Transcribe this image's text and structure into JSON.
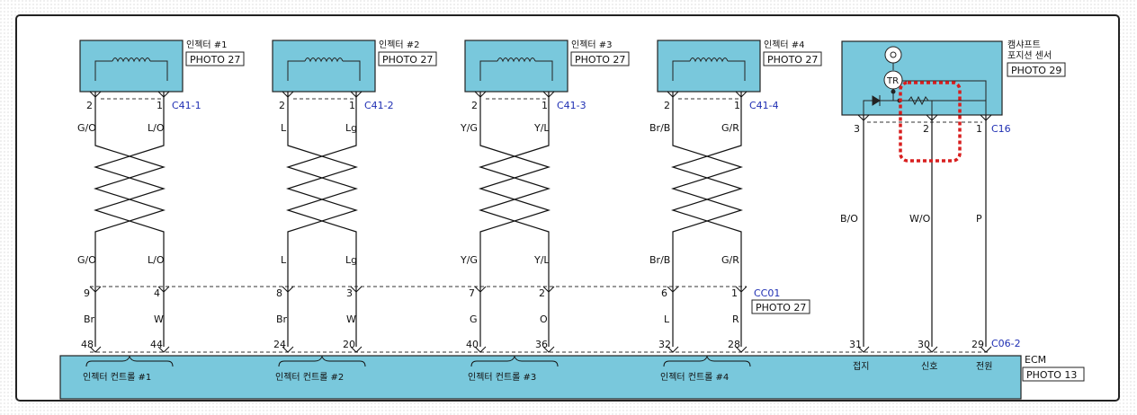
{
  "injectors": [
    {
      "name": "인젝터 #1",
      "photo": "PHOTO 27",
      "connector": "C41-1",
      "pin_left": "2",
      "pin_right": "1",
      "wire_top_left": "G/O",
      "wire_top_right": "L/O",
      "wire_mid_left": "G/O",
      "wire_mid_right": "L/O",
      "cc_pin_left": "9",
      "cc_pin_right": "4",
      "wire_bot_left": "Br",
      "wire_bot_right": "W",
      "ecm_pin_left": "48",
      "ecm_pin_right": "44",
      "ecm_label": "인젝터 컨트롤 #1"
    },
    {
      "name": "인젝터 #2",
      "photo": "PHOTO 27",
      "connector": "C41-2",
      "pin_left": "2",
      "pin_right": "1",
      "wire_top_left": "L",
      "wire_top_right": "Lg",
      "wire_mid_left": "L",
      "wire_mid_right": "Lg",
      "cc_pin_left": "8",
      "cc_pin_right": "3",
      "wire_bot_left": "Br",
      "wire_bot_right": "W",
      "ecm_pin_left": "24",
      "ecm_pin_right": "20",
      "ecm_label": "인젝터 컨트롤 #2"
    },
    {
      "name": "인젝터 #3",
      "photo": "PHOTO 27",
      "connector": "C41-3",
      "pin_left": "2",
      "pin_right": "1",
      "wire_top_left": "Y/G",
      "wire_top_right": "Y/L",
      "wire_mid_left": "Y/G",
      "wire_mid_right": "Y/L",
      "cc_pin_left": "7",
      "cc_pin_right": "2",
      "wire_bot_left": "G",
      "wire_bot_right": "O",
      "ecm_pin_left": "40",
      "ecm_pin_right": "36",
      "ecm_label": "인젝터 컨트롤 #3"
    },
    {
      "name": "인젝터 #4",
      "photo": "PHOTO 27",
      "connector": "C41-4",
      "pin_left": "2",
      "pin_right": "1",
      "wire_top_left": "Br/B",
      "wire_top_right": "G/R",
      "wire_mid_left": "Br/B",
      "wire_mid_right": "G/R",
      "cc_pin_left": "6",
      "cc_pin_right": "1",
      "wire_bot_left": "L",
      "wire_bot_right": "R",
      "ecm_pin_left": "32",
      "ecm_pin_right": "28",
      "ecm_label": "인젝터 컨트롤 #4"
    }
  ],
  "cc_connector": {
    "name": "CC01",
    "photo": "PHOTO 27"
  },
  "cam_sensor": {
    "name_line1": "캠샤프트",
    "name_line2": "포지션 센서",
    "photo": "PHOTO 29",
    "connector": "C16",
    "transistor": "TR",
    "pins": [
      "3",
      "2",
      "1"
    ],
    "wires": [
      "B/O",
      "W/O",
      "P"
    ],
    "ecm_pins": [
      "31",
      "30",
      "29"
    ],
    "ecm_labels": [
      "접지",
      "신호",
      "전원"
    ]
  },
  "ecm": {
    "name": "ECM",
    "photo": "PHOTO 13",
    "connector": "C06-2"
  },
  "colors": {
    "component_fill": "#79c8dc",
    "connector_blue": "#1f2fb3",
    "highlight": "#d81e1e",
    "wire": "#111111"
  }
}
